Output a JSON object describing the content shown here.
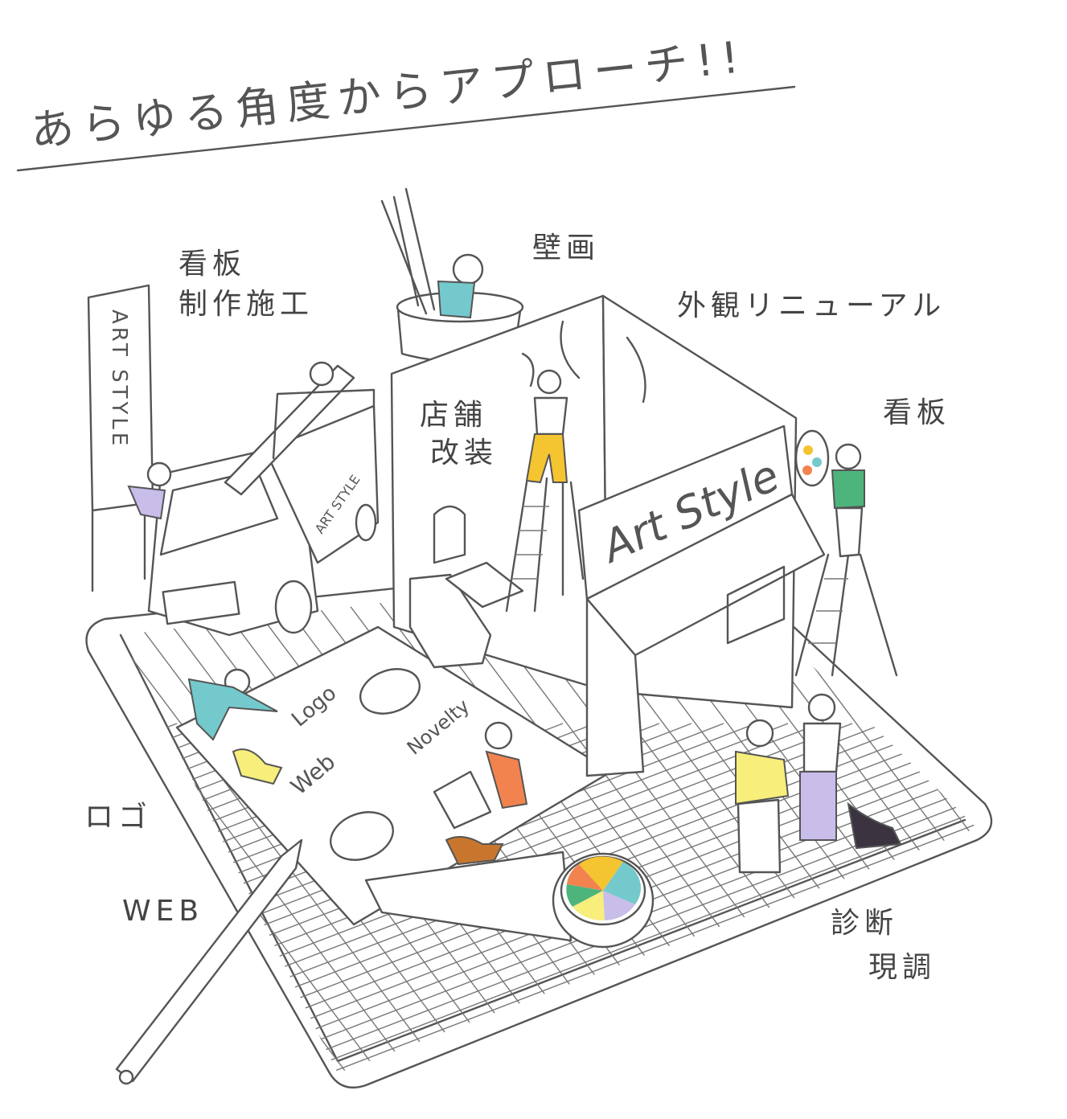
{
  "title": "あらゆる角度からアプローチ!!",
  "labels": {
    "signage_production": [
      "看板",
      "制作施工"
    ],
    "mural": "壁画",
    "exterior_renewal": "外観リニューアル",
    "store_renovation": [
      "店舗",
      "改装"
    ],
    "signboard": "看板",
    "logo": "ロゴ",
    "web": "WEB",
    "survey": [
      "診断",
      "現調"
    ]
  },
  "illustration_text": {
    "pole_sign": "ART STYLE",
    "truck_side": "ART STYLE",
    "shop_sign": "Art Style",
    "paper_logo": "Logo",
    "paper_web": "Web",
    "paper_novelty": "Novelty"
  },
  "colors": {
    "line": "#555555",
    "yellow": "#f5c431",
    "teal": "#74c9cc",
    "lavender": "#c9bdea",
    "green": "#4db57c",
    "orange": "#f2834f",
    "light_yellow": "#f7ee7c",
    "brown": "#c8762e"
  }
}
